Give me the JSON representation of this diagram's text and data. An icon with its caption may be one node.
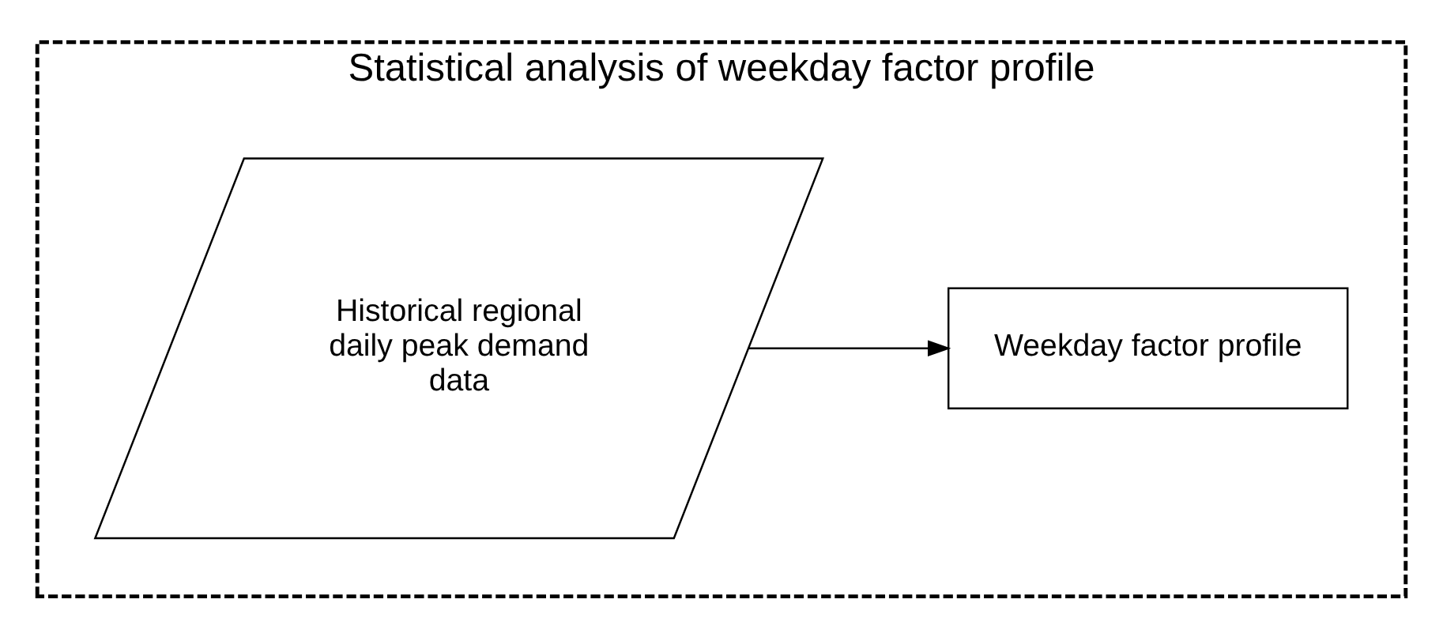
{
  "diagram": {
    "nodes": [
      {
        "text": [
          "Statistical analysis of weekday factor profile"
        ]
      },
      {
        "text": [
          "Historical regional daily peak demand data"
        ],
        "in": 0
      },
      {
        "text": [
          "Weekday factor profile"
        ],
        "in": 0
      }
    ],
    "edges": [
      {
        "from": 1,
        "to": 2,
        "arrow": "to"
      }
    ]
  }
}
